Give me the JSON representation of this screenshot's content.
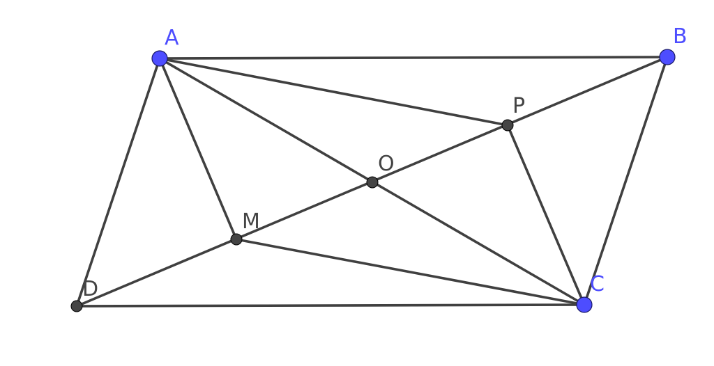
{
  "colors": {
    "free_point": "#4d4dff",
    "dependent_point": "#444444",
    "segment": "#404040",
    "background": "#ffffff"
  },
  "points": {
    "A": {
      "label": "A"
    },
    "B": {
      "label": "B"
    },
    "C": {
      "label": "C"
    },
    "D": {
      "label": "D"
    },
    "O": {
      "label": "O"
    },
    "P": {
      "label": "P"
    },
    "M": {
      "label": "M"
    }
  },
  "segments": [
    [
      "A",
      "B"
    ],
    [
      "B",
      "C"
    ],
    [
      "C",
      "D"
    ],
    [
      "D",
      "A"
    ],
    [
      "A",
      "C"
    ],
    [
      "D",
      "B"
    ],
    [
      "A",
      "P"
    ],
    [
      "P",
      "C"
    ],
    [
      "A",
      "M"
    ],
    [
      "M",
      "C"
    ]
  ]
}
